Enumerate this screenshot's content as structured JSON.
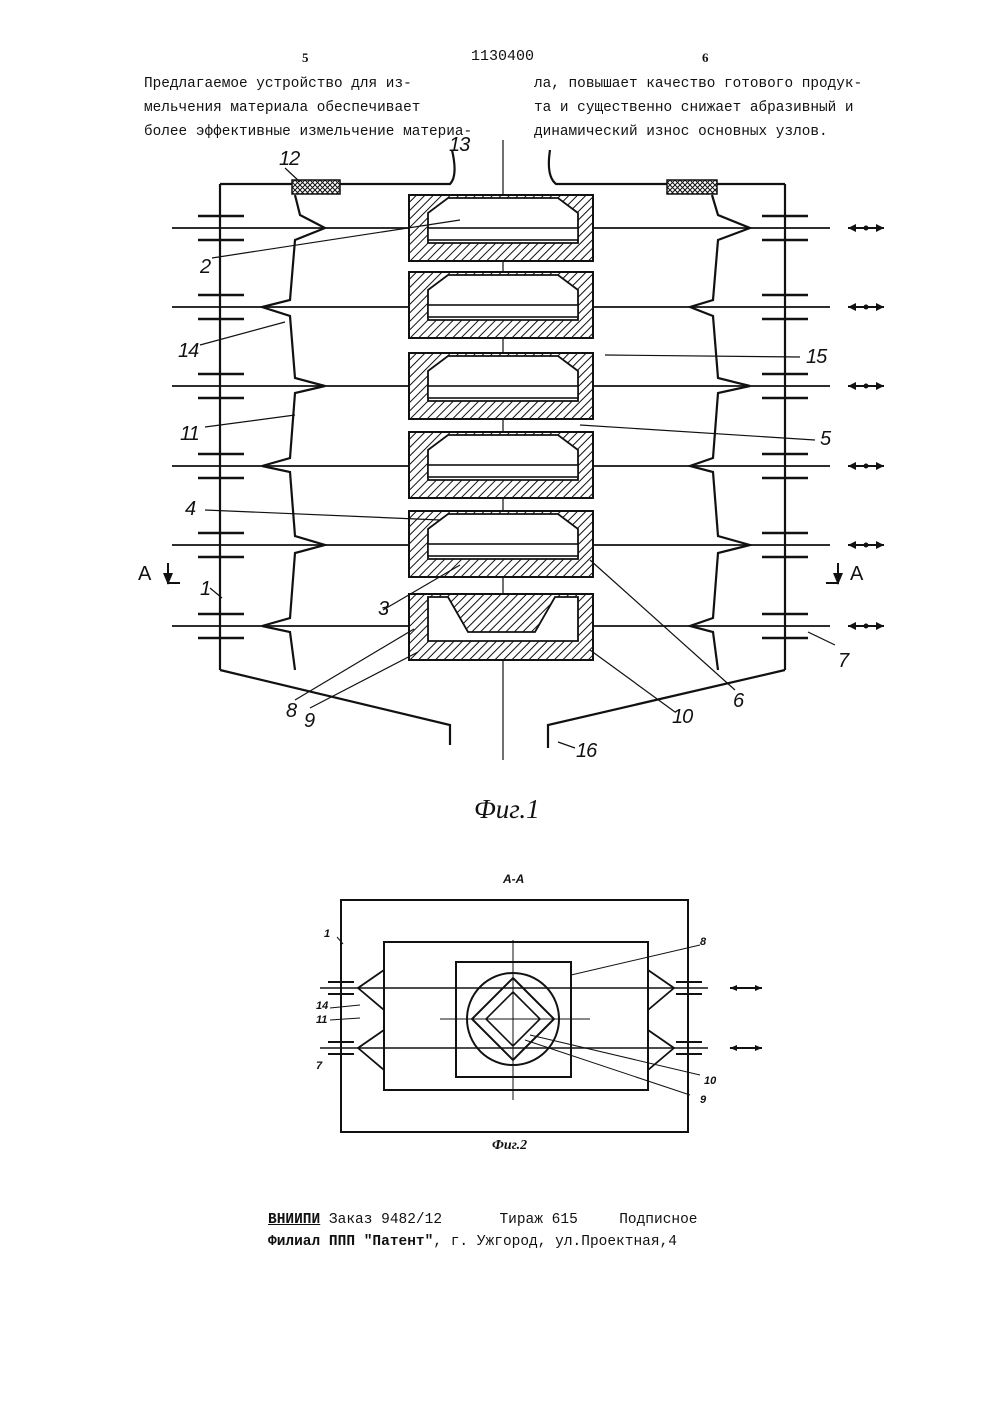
{
  "header": {
    "patent_number": "1130400",
    "page_left": "5",
    "page_right": "6"
  },
  "text": {
    "left_lines": [
      "Предлагаемое устройство для из-",
      "мельчения материала обеспечивает",
      "более эффективные измельчение материа-"
    ],
    "right_lines": [
      "ла, повышает качество готового продук-",
      "та и существенно снижает абразивный и",
      "динамический износ основных узлов."
    ]
  },
  "figure1": {
    "caption": "Фиг.1",
    "labels": {
      "l12": "12",
      "l13": "13",
      "l2": "2",
      "l14": "14",
      "l15": "15",
      "l11": "11",
      "l5": "5",
      "l4": "4",
      "lA_left": "A",
      "lA_right": "A",
      "l1": "1",
      "l3": "3",
      "l7": "7",
      "l8": "8",
      "l9": "9",
      "l10": "10",
      "l6": "6",
      "l16": "16"
    }
  },
  "figure2": {
    "section_title": "А-А",
    "caption": "Фиг.2",
    "labels": {
      "l1": "1",
      "l14": "14",
      "l11": "11",
      "l7": "7",
      "l8": "8",
      "l10": "10",
      "l9": "9"
    }
  },
  "footer": {
    "org": "ВНИИПИ",
    "order": "Заказ 9482/12",
    "circulation": "Тираж 615",
    "subscription": "Подписное",
    "branch": "Филиал ППП \"Патент\"",
    "address": ", г. Ужгород, ул.Проектная,4"
  }
}
